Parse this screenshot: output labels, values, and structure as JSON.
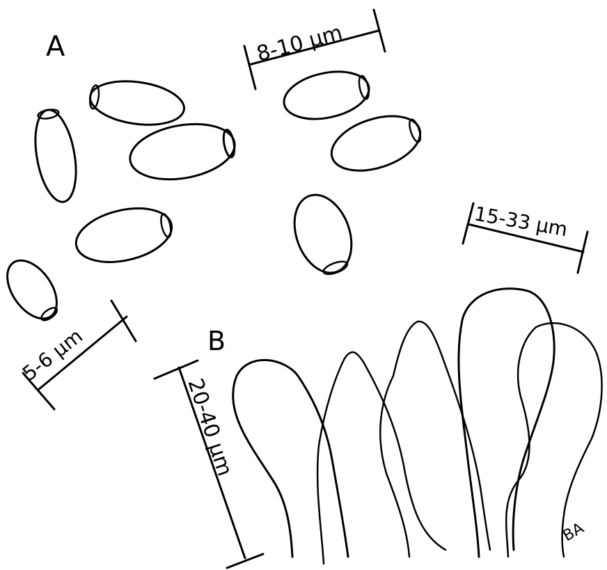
{
  "panels": {
    "a": {
      "label": "A"
    },
    "b": {
      "label": "B"
    }
  },
  "scale_bars": {
    "spore_width": "5-6 μm",
    "spore_length": "8-10 μm",
    "cystidia_width": "15-33 μm",
    "cystidia_length": "20-40 μm"
  },
  "signature": "BA",
  "colors": {
    "ink": "#000000",
    "paper": "#ffffff"
  }
}
